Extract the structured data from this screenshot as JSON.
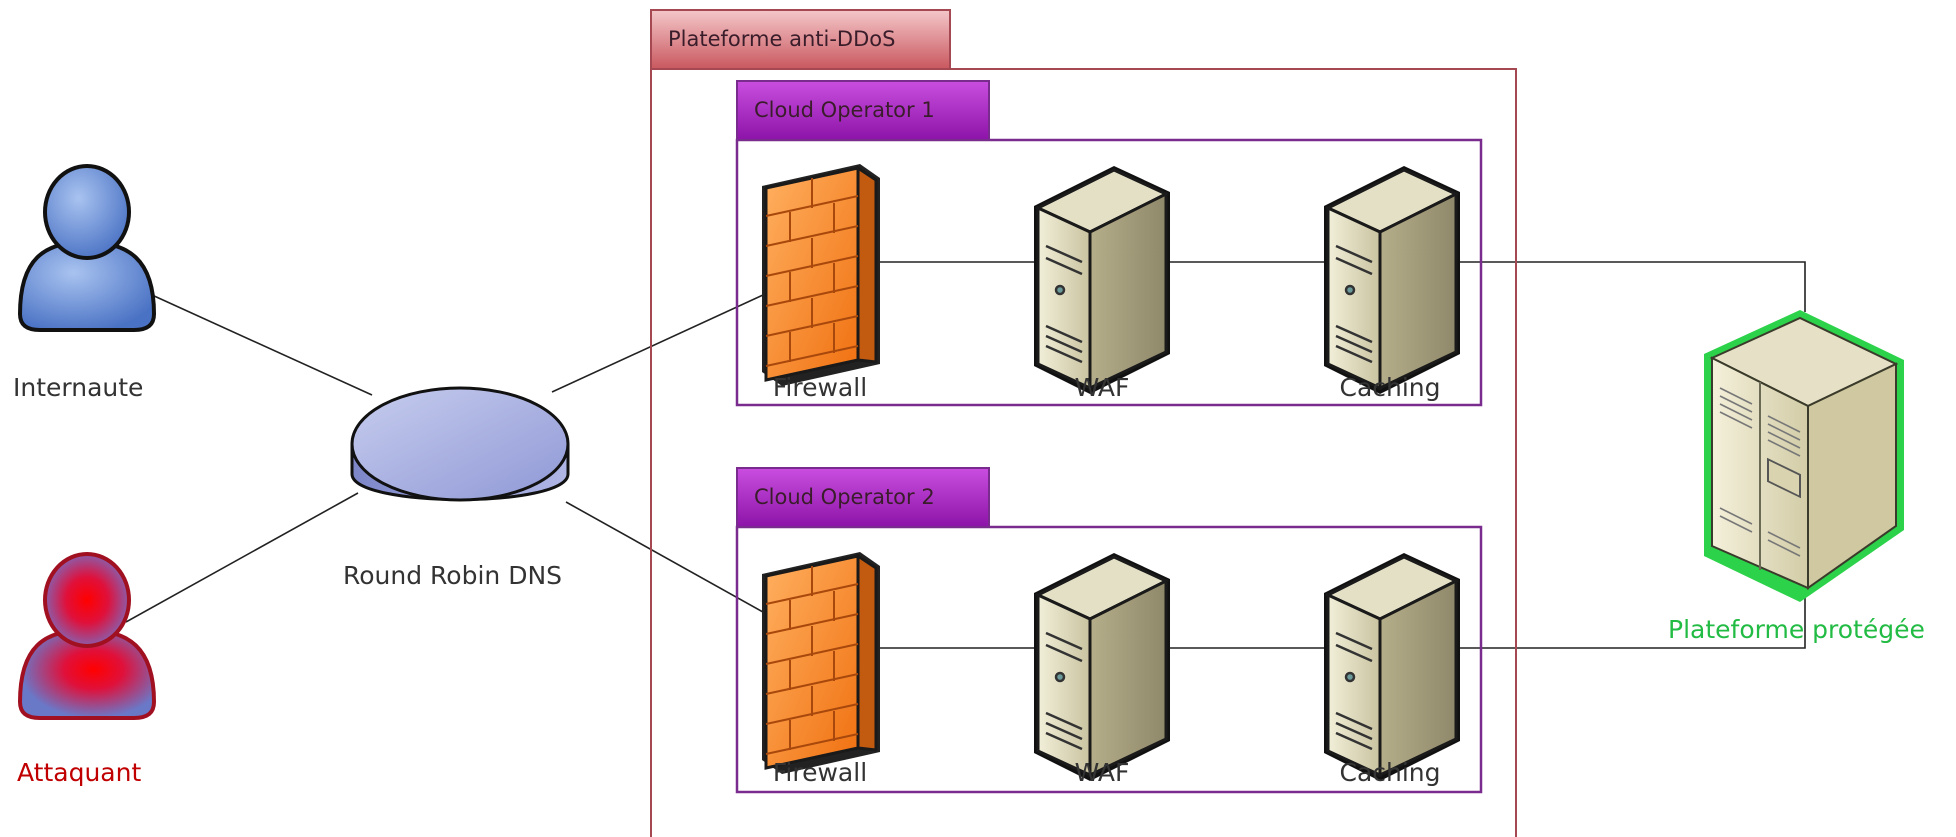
{
  "platform": {
    "title": "Plateforme anti-DDoS",
    "frame_color": "#a64852",
    "tab_color": "#d57a80",
    "operators": [
      {
        "title": "Cloud Operator 1",
        "components": [
          {
            "label": "Firewall",
            "icon": "firewall-icon"
          },
          {
            "label": "WAF",
            "icon": "server-icon"
          },
          {
            "label": "Caching",
            "icon": "server-icon"
          }
        ]
      },
      {
        "title": "Cloud Operator 2",
        "components": [
          {
            "label": "Firewall",
            "icon": "firewall-icon"
          },
          {
            "label": "WAF",
            "icon": "server-icon"
          },
          {
            "label": "Caching",
            "icon": "server-icon"
          }
        ]
      }
    ],
    "operator_frame_color": "#7a2c8e",
    "operator_tab_color": "#a21fbd"
  },
  "actors": {
    "user": {
      "label": "Internaute",
      "icon": "user-icon",
      "color": "#333333"
    },
    "attacker": {
      "label": "Attaquant",
      "icon": "attacker-icon",
      "color": "#c00000"
    }
  },
  "dns": {
    "label": "Round Robin DNS",
    "icon": "dns-disk-icon"
  },
  "protected": {
    "label": "Plateforme protégée",
    "icon": "protected-server-icon",
    "color": "#22bb44"
  }
}
